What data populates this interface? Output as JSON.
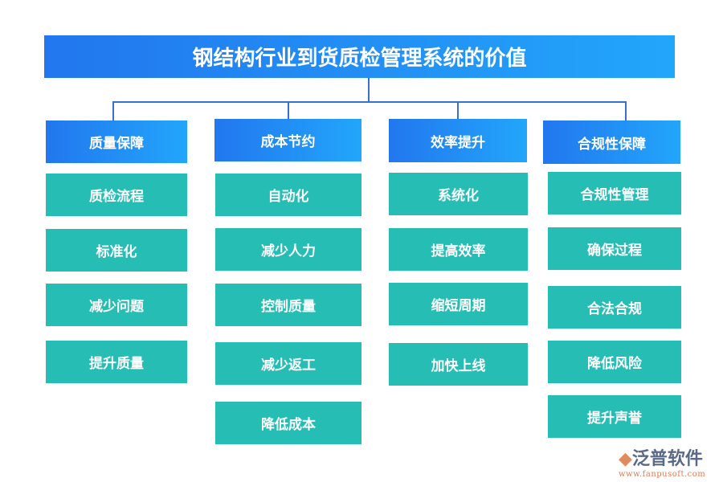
{
  "title": "钢结构行业到货质检管理系统的价值",
  "columns": [
    {
      "header": "质量保障",
      "items": [
        "质检流程",
        "标准化",
        "减少问题",
        "提升质量"
      ]
    },
    {
      "header": "成本节约",
      "items": [
        "自动化",
        "减少人力",
        "控制质量",
        "减少返工",
        "降低成本"
      ]
    },
    {
      "header": "效率提升",
      "items": [
        "系统化",
        "提高效率",
        "缩短周期",
        "加快上线"
      ]
    },
    {
      "header": "合规性保障",
      "items": [
        "合规性管理",
        "确保过程",
        "合法合规",
        "降低风险",
        "提升声誉"
      ]
    }
  ],
  "logo": {
    "brand": "泛普软件",
    "url": "www.fanpusoft.com"
  },
  "colors": {
    "header_gradient": [
      "#2277ee",
      "#22a6fb"
    ],
    "item": "#26bdb5",
    "connector": "#3a6fd0"
  }
}
